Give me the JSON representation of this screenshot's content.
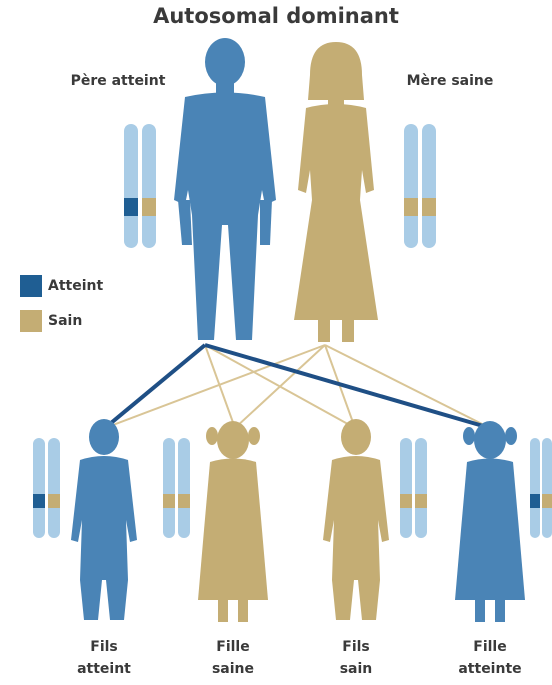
{
  "title": "Autosomal dominant",
  "colors": {
    "affected": "#1f5e93",
    "healthy": "#c4ad74",
    "person_affected": "#4a84b6",
    "chromosome": "#a9cce6",
    "chromosome_dark": "#8ab8d9",
    "line_affected": "#1f4f85",
    "line_healthy": "#d9c596"
  },
  "parents": [
    {
      "label": "Père atteint",
      "status": "affected"
    },
    {
      "label": "Mère saine",
      "status": "healthy"
    }
  ],
  "legend": [
    {
      "label": "Atteint",
      "status": "affected"
    },
    {
      "label": "Sain",
      "status": "healthy"
    }
  ],
  "children": [
    {
      "label_line1": "Fils",
      "label_line2": "atteint",
      "status": "affected"
    },
    {
      "label_line1": "Fille",
      "label_line2": "saine",
      "status": "healthy"
    },
    {
      "label_line1": "Fils",
      "label_line2": "sain",
      "status": "healthy"
    },
    {
      "label_line1": "Fille",
      "label_line2": "atteinte",
      "status": "affected"
    }
  ]
}
